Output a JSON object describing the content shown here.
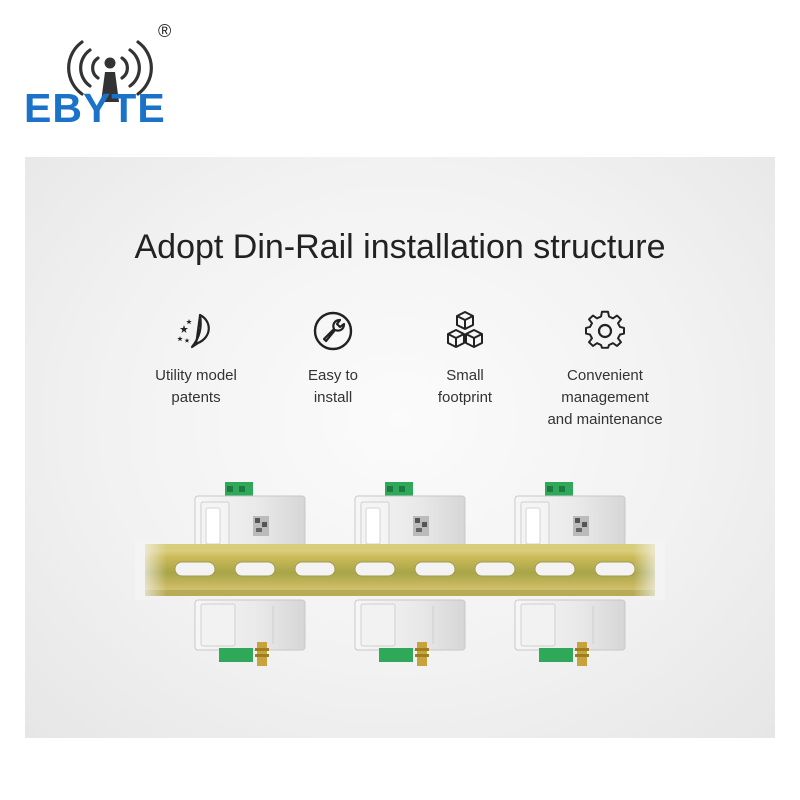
{
  "brand": {
    "name": "EBYTE",
    "registered_mark": "®",
    "color": "#1a73c8"
  },
  "headline": "Adopt Din-Rail installation structure",
  "features": [
    {
      "icon": "patent-icon",
      "label": "Utility model\npatents"
    },
    {
      "icon": "wrench-icon",
      "label": "Easy to\ninstall"
    },
    {
      "icon": "cubes-icon",
      "label": "Small\nfootprint"
    },
    {
      "icon": "gear-icon",
      "label": "Convenient\nmanagement\nand maintenance"
    }
  ],
  "colors": {
    "rail": "#c9b95a",
    "module": "#eeeeee",
    "terminal": "#2fa85a"
  }
}
